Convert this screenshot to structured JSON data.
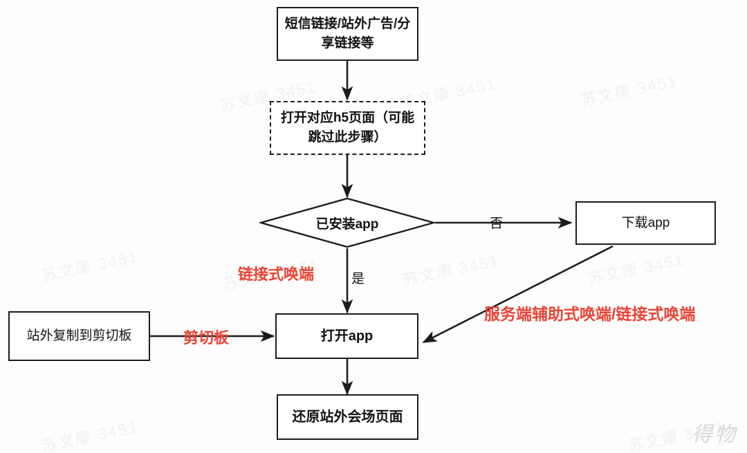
{
  "diagram": {
    "title_brand": "得物",
    "watermark_text": "苏文康 3451",
    "colors": {
      "stroke": "#1c1c1c",
      "text": "#111111",
      "accent_red": "#ea4335",
      "background": "#fdfdfd",
      "watermark": "#f1f1f1"
    },
    "nodes": {
      "entry": "短信链接/站外广告/分享链接等",
      "h5page": "打开对应h5页面（可能跳过此步骤）",
      "decision": "已安装app",
      "download": "下载app",
      "clipboard_copy": "站外复制到剪切板",
      "open_app": "打开app",
      "restore_page": "还原站外会场页面"
    },
    "edge_labels": {
      "no": "否",
      "yes": "是",
      "link_wakeup": "链接式唤端",
      "server_assist_wakeup": "服务端辅助式唤端/链接式唤端",
      "clipboard": "剪切板"
    }
  }
}
